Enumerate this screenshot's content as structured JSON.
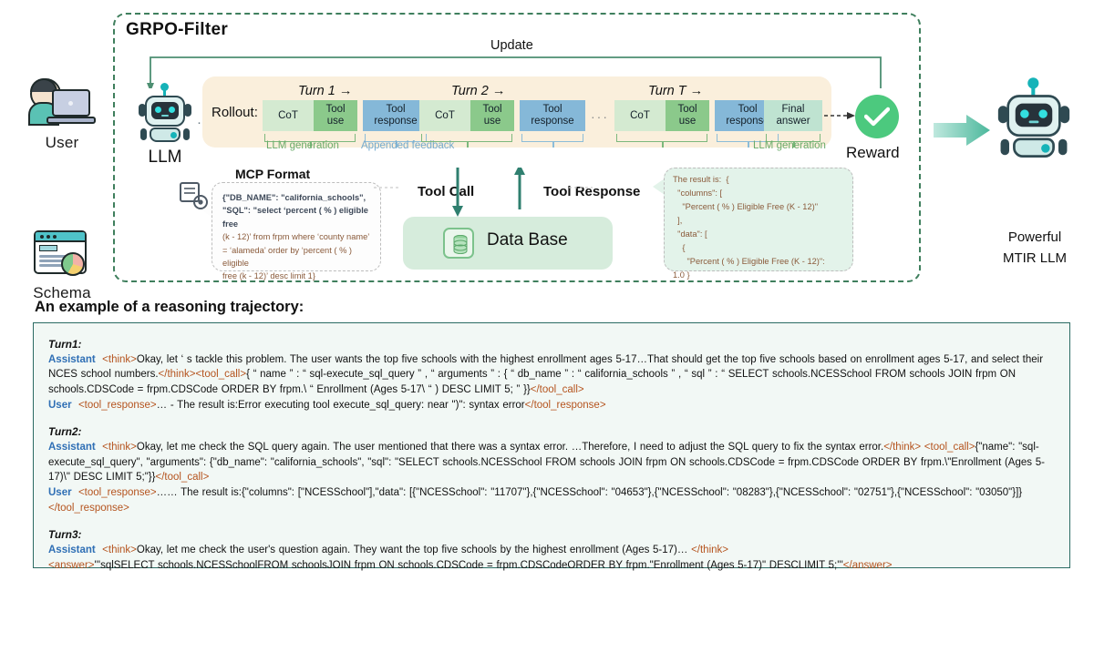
{
  "left_icons": [
    {
      "name": "user",
      "caption": "User"
    },
    {
      "name": "schema",
      "caption": "Schema"
    }
  ],
  "grpo": {
    "title": "GRPO-Filter",
    "update_label": "Update",
    "llm_caption": "LLM",
    "rollout_label": "Rollout:",
    "connector_dots": "····",
    "turns": [
      {
        "label": "Turn 1 →",
        "cot": "CoT",
        "tool_use": "Tool\nuse",
        "tool_response": "Tool\nresponse",
        "gen_label": "LLM generation",
        "feedback_label": "Appended feedback"
      },
      {
        "label": "Turn 2 →",
        "cot": "CoT",
        "tool_use": "Tool\nuse",
        "tool_response": "Tool\nresponse"
      },
      {
        "label": "Turn T →",
        "cot": "CoT",
        "tool_use": "Tool\nuse",
        "tool_response": "Tool\nresponse"
      }
    ],
    "turn1_label": "Turn 1 →",
    "turn2_label": "Turn 2 →",
    "turnT_label": "Turn T →",
    "cot_label": "CoT",
    "tool_use_label": "Tool use",
    "tool_response_label": "Tool response",
    "final_answer_label": "Final answer",
    "llm_generation_label": "LLM generation",
    "appended_feedback_label": "Appended feedback",
    "llm_generation_label_2": "LLM generation",
    "mid_ellipsis": "···",
    "reward_caption": "Reward"
  },
  "mcp": {
    "title": "MCP Format",
    "lines": [
      "{\"DB_NAME\": \"california_schools\",",
      "\"SQL\": \"select ‘percent ( % ) eligible free",
      "(k - 12)’ from frpm where ‘county name’",
      "= ‘alameda’ order by ‘percent ( % ) eligible",
      "free (k - 12)’ desc limit 1}"
    ]
  },
  "database": {
    "tool_call_label": "Tool Call",
    "tool_response_label": "Tool Response",
    "caption": "Data Base"
  },
  "tool_response_bubble": {
    "lines": [
      "The result is:  {",
      "  \"columns\": [",
      "    \"Percent ( % ) Eligible Free (K - 12)\"",
      "  ],",
      "  \"data\": [",
      "    {",
      "      \"Percent ( % ) Eligible Free (K - 12)\":",
      "1.0 }"
    ]
  },
  "right": {
    "caption_line1": "Powerful",
    "caption_line2": "MTIR LLM"
  },
  "trajectory": {
    "title": "An example of a reasoning trajectory:",
    "turns": [
      {
        "heading": "Turn1:",
        "lines": [
          {
            "role": "Assistant",
            "segments": [
              {
                "t": "tag",
                "v": "<think>"
              },
              {
                "t": "plain",
                "v": "Okay, let ‘ s tackle this problem. The user wants the top five schools with the highest enrollment ages 5-17…That should get the top five schools based on enrollment ages 5-17, and select their NCES school numbers."
              },
              {
                "t": "tag",
                "v": "</think><tool_call>"
              },
              {
                "t": "plain",
                "v": "{ “ name ” :  “ sql-execute_sql_query ” ,  “ arguments ” : {  “ db_name ” :  “ california_schools ” ,  “ sql ” :  “ SELECT schools.NCESSchool FROM schools JOIN frpm ON schools.CDSCode = frpm.CDSCode ORDER BY frpm.\\ “ Enrollment (Ages 5-17\\ “ ) DESC LIMIT 5; ” }}"
              },
              {
                "t": "tag",
                "v": "</tool_call>"
              }
            ]
          },
          {
            "role": "User",
            "segments": [
              {
                "t": "tag",
                "v": "<tool_response>"
              },
              {
                "t": "plain",
                "v": "… - The result is:Error executing tool execute_sql_query: near \")\": syntax error"
              },
              {
                "t": "tag",
                "v": "</tool_response>"
              }
            ]
          }
        ]
      },
      {
        "heading": "Turn2:",
        "lines": [
          {
            "role": "Assistant",
            "segments": [
              {
                "t": "tag",
                "v": "<think>"
              },
              {
                "t": "plain",
                "v": "Okay, let me check the SQL query again. The user mentioned that there was a syntax error. …Therefore, I need to adjust the SQL query to fix the syntax error."
              },
              {
                "t": "tag",
                "v": "</think> <tool_call>"
              },
              {
                "t": "plain",
                "v": "{\"name\": \"sql-execute_sql_query\", \"arguments\": {\"db_name\": \"california_schools\", \"sql\": \"SELECT schools.NCESSchool FROM schools JOIN frpm ON schools.CDSCode = frpm.CDSCode ORDER BY frpm.\\\"Enrollment (Ages 5-17)\\\" DESC LIMIT 5;\"}}"
              },
              {
                "t": "tag",
                "v": "</tool_call>"
              }
            ]
          },
          {
            "role": "User",
            "segments": [
              {
                "t": "tag",
                "v": "<tool_response>"
              },
              {
                "t": "plain",
                "v": "…… The result is:{\"columns\": [\"NCESSchool\"],\"data\": [{\"NCESSchool\": \"11707\"},{\"NCESSchool\": \"04653\"},{\"NCESSchool\": \"08283\"},{\"NCESSchool\": \"02751\"},{\"NCESSchool\": \"03050\"}]}"
              },
              {
                "t": "tag",
                "v": "</tool_response>"
              }
            ]
          }
        ]
      },
      {
        "heading": "Turn3:",
        "lines": [
          {
            "role": "Assistant",
            "segments": [
              {
                "t": "tag",
                "v": "<think>"
              },
              {
                "t": "plain",
                "v": "Okay, let me check the user's question again. They want the top five schools by the highest enrollment (Ages 5-17)… "
              },
              {
                "t": "tag",
                "v": "</think>"
              }
            ]
          },
          {
            "role": "",
            "segments": [
              {
                "t": "tag",
                "v": "<answer>"
              },
              {
                "t": "plain",
                "v": "'''sqlSELECT schools.NCESSchoolFROM schoolsJOIN frpm ON schools.CDSCode = frpm.CDSCodeORDER BY frpm.\"Enrollment (Ages 5-17)\" DESCLIMIT 5;'''"
              },
              {
                "t": "tag",
                "v": "</answer>"
              }
            ]
          }
        ]
      }
    ]
  },
  "colors": {
    "panel_dashed_border": "#3f7f5d",
    "rollout_panel_bg": "#faefdc",
    "cot_block": "#d4ead1",
    "tool_use_block": "#8bc98b",
    "tool_response_block": "#85b8d8",
    "final_answer_block": "#bfe3d1",
    "reward_green": "#4cc97e",
    "database_bg": "#d6ecdc",
    "trajectory_bg": "#f2f8f5",
    "trajectory_border": "#2b6b63",
    "role_blue": "#2f6fb5",
    "tag_orange": "#b5541f"
  }
}
